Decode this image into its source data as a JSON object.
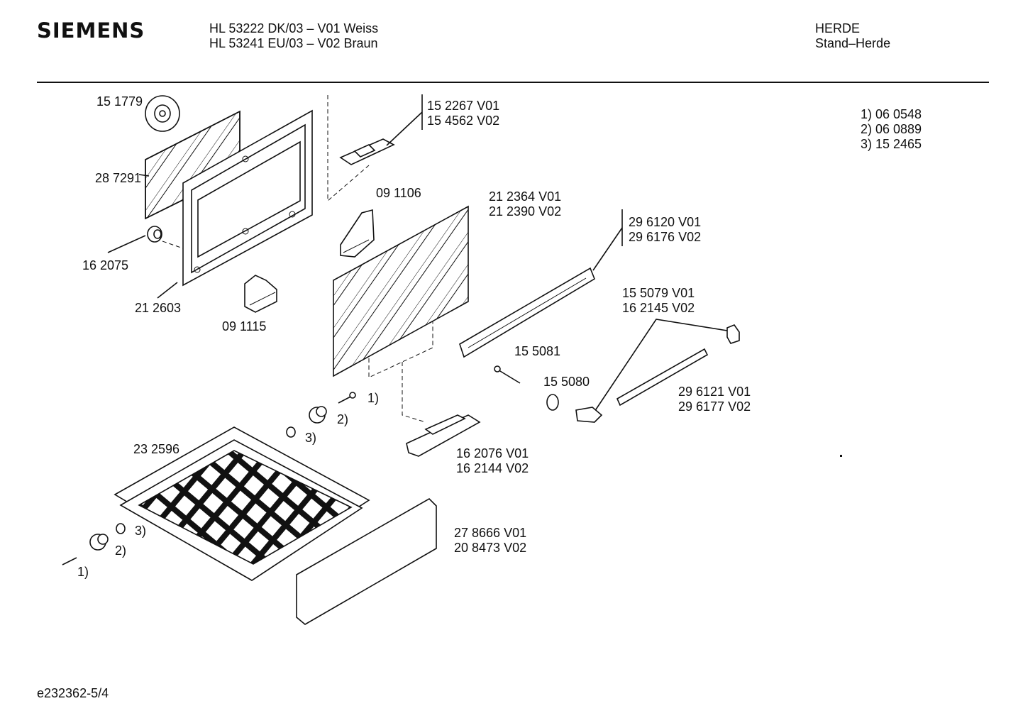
{
  "header": {
    "logo": "SIEMENS",
    "model_line_1": "HL 53222 DK/03 – V01 Weiss",
    "model_line_2": "HL 53241 EU/03 – V02 Braun",
    "category_1": "HERDE",
    "category_2": "Stand–Herde"
  },
  "footnotes": [
    "1) 06 0548",
    "2) 06 0889",
    "3) 15 2465"
  ],
  "labels": {
    "p151779": "15 1779",
    "p287291": "28 7291",
    "p162075": "16 2075",
    "p212603": "21 2603",
    "p091115": "09 1115",
    "p091106": "09 1106",
    "p152267": "15 2267 V01",
    "p154562": "15 4562 V02",
    "p212364": "21 2364 V01",
    "p212390": "21 2390 V02",
    "p296120": "29 6120 V01",
    "p296176": "29 6176 V02",
    "p155079": "15 5079 V01",
    "p162145": "16 2145 V02",
    "p155081": "15 5081",
    "p155080": "15 5080",
    "p296121": "29 6121 V01",
    "p296177": "29 6177 V02",
    "p162076": "16 2076 V01",
    "p162144": "16 2144 V02",
    "p232596": "23 2596",
    "p278666": "27 8666 V01",
    "p208473": "20 8473 V02",
    "ref1_upper": "1)",
    "ref2_upper": "2)",
    "ref3_upper": "3)",
    "ref1_lower": "1)",
    "ref2_lower": "2)",
    "ref3_lower": "3)"
  },
  "document_id": "e232362-5/4"
}
